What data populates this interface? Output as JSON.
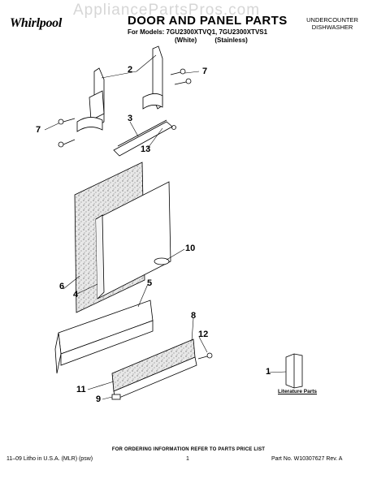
{
  "watermark": "AppliancePartsPros.com",
  "header": {
    "brand": "Whirlpool",
    "title": "DOOR AND PANEL PARTS",
    "models": "For Models: 7GU2300XTVQ1, 7GU2300XTVS1",
    "variant_white": "(White)",
    "variant_stainless": "(Stainless)",
    "category_line1": "UNDERCOUNTER",
    "category_line2": "DISHWASHER"
  },
  "callouts": {
    "c1": "1",
    "c2": "2",
    "c3": "3",
    "c4": "4",
    "c5": "5",
    "c6": "6",
    "c7a": "7",
    "c7b": "7",
    "c8": "8",
    "c9": "9",
    "c10": "10",
    "c11": "11",
    "c12": "12",
    "c13": "13"
  },
  "literature_label": "Literature Parts",
  "footer": {
    "note": "FOR ORDERING INFORMATION REFER TO PARTS PRICE LIST",
    "left": "11–09 Litho in U.S.A. (MLR) (psw)",
    "page": "1",
    "right": "Part No. W10307627 Rev. A"
  }
}
